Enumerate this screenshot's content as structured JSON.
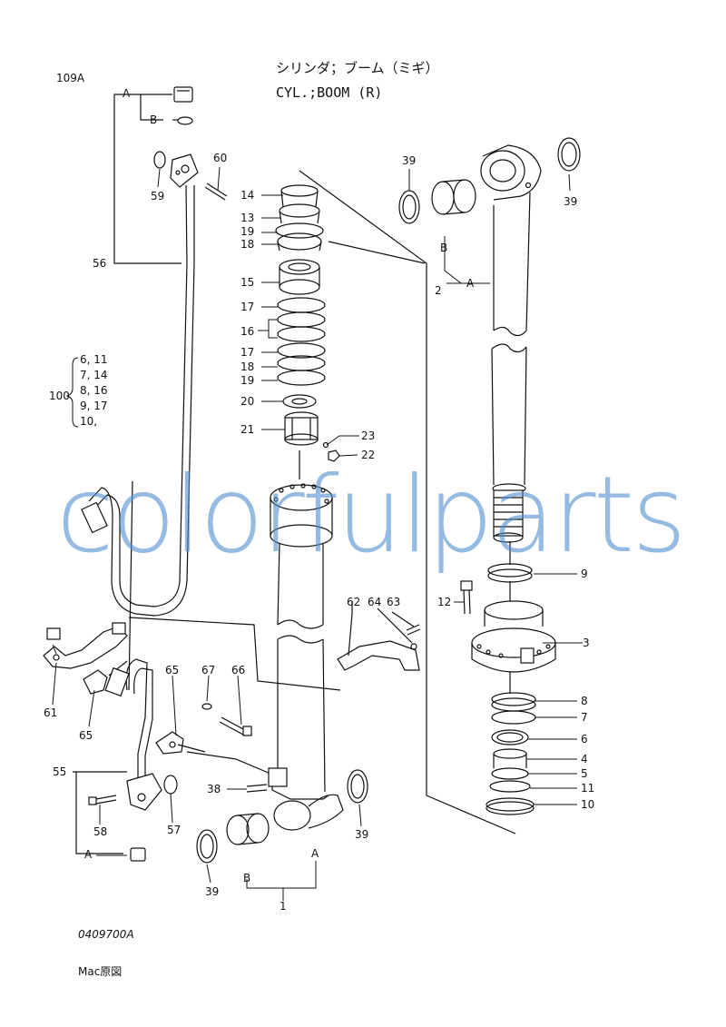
{
  "header": {
    "page_code": "109A",
    "title_jp": "シリンダ；ブーム（ミギ）",
    "title_en": "CYL.;BOOM (R)"
  },
  "group": {
    "number": "100",
    "items": [
      "6, 11",
      "7, 14",
      "8, 16",
      "9, 17",
      "10,"
    ]
  },
  "labels": {
    "A": "A",
    "B": "B",
    "p1": "1",
    "p2": "2",
    "p3": "3",
    "p4": "4",
    "p5": "5",
    "p6": "6",
    "p7": "7",
    "p8": "8",
    "p9": "9",
    "p10": "10",
    "p11": "11",
    "p12": "12",
    "p13": "13",
    "p14": "14",
    "p15": "15",
    "p16": "16",
    "p17": "17",
    "p18": "18",
    "p19": "19",
    "p20": "20",
    "p21": "21",
    "p22": "22",
    "p23": "23",
    "p38": "38",
    "p39": "39",
    "p55": "55",
    "p56": "56",
    "p57": "57",
    "p58": "58",
    "p59": "59",
    "p60": "60",
    "p61": "61",
    "p62": "62",
    "p63": "63",
    "p64": "64",
    "p65": "65",
    "p66": "66",
    "p67": "67"
  },
  "footer": {
    "drawing_no": "0409700A",
    "note": "Mac原図"
  },
  "watermark": "colorfulparts",
  "colors": {
    "ink": "#111111",
    "watermark": "#4f8fcf"
  }
}
